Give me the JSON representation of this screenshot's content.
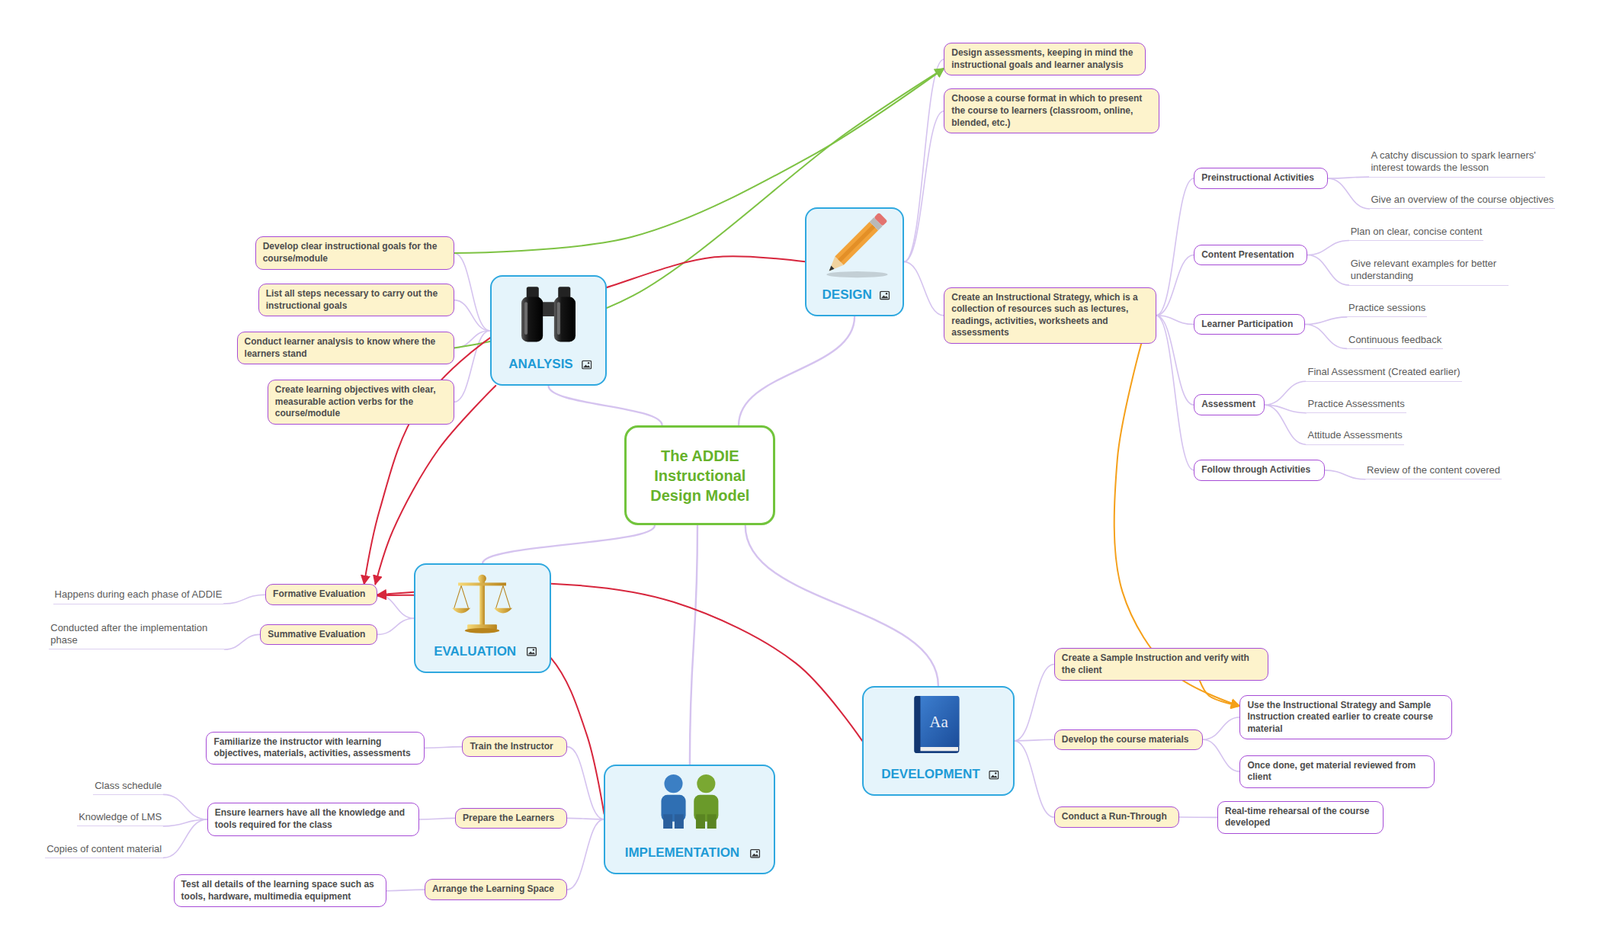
{
  "diagram": {
    "nodes": [
      {
        "text": [
          "The ADDIE Instructional Design Model"
        ]
      },
      {
        "text": [
          "DESIGN"
        ]
      },
      {
        "text": [
          "Design assessments, keeping in mind the instructional goals and learner analysis"
        ]
      },
      {
        "text": [
          "Choose a course format in which to present the course to learners (classroom, online, blended, etc.)"
        ]
      },
      {
        "text": [
          "Create an Instructional Strategy, which is a collection of resources such as lectures, readings, activities, worksheets and assessments"
        ]
      },
      {
        "text": [
          "Preinstructional Activities"
        ]
      },
      {
        "text": [
          "A catchy discussion to spark learners' interest towards the lesson"
        ]
      },
      {
        "text": [
          "Give an overview of the course objectives"
        ]
      },
      {
        "text": [
          "Content Presentation"
        ]
      },
      {
        "text": [
          "Plan on clear, concise content"
        ]
      },
      {
        "text": [
          "Give relevant examples for better understanding"
        ]
      },
      {
        "text": [
          "Learner Participation"
        ]
      },
      {
        "text": [
          "Practice sessions"
        ]
      },
      {
        "text": [
          "Continuous feedback"
        ]
      },
      {
        "text": [
          "Assessment"
        ]
      },
      {
        "text": [
          "Final Assessment (Created earlier)"
        ]
      },
      {
        "text": [
          "Practice Assessments"
        ]
      },
      {
        "text": [
          "Attitude Assessments"
        ]
      },
      {
        "text": [
          "Follow through Activities"
        ]
      },
      {
        "text": [
          "Review of the content covered"
        ]
      },
      {
        "text": [
          "ANALYSIS"
        ]
      },
      {
        "text": [
          "Develop clear instructional goals for the course/module"
        ]
      },
      {
        "text": [
          "List all steps necessary to carry out the instructional goals"
        ]
      },
      {
        "text": [
          "Conduct learner analysis to know where the learners stand"
        ]
      },
      {
        "text": [
          "Create learning objectives with clear, measurable action verbs for the course/module"
        ]
      },
      {
        "text": [
          "EVALUATION"
        ]
      },
      {
        "text": [
          "Formative Evaluation"
        ]
      },
      {
        "text": [
          "Happens during each phase of ADDIE"
        ]
      },
      {
        "text": [
          "Summative Evaluation"
        ]
      },
      {
        "text": [
          "Conducted after the implementation phase"
        ]
      },
      {
        "text": [
          "IMPLEMENTATION"
        ]
      },
      {
        "text": [
          "Train the Instructor"
        ]
      },
      {
        "text": [
          "Familiarize the instructor with learning objectives, materials, activities, assessments"
        ]
      },
      {
        "text": [
          "Prepare the Learners"
        ]
      },
      {
        "text": [
          "Ensure learners have all the knowledge and tools required for the class"
        ]
      },
      {
        "text": [
          "Class schedule"
        ]
      },
      {
        "text": [
          "Knowledge of LMS"
        ]
      },
      {
        "text": [
          "Copies of content material"
        ]
      },
      {
        "text": [
          "Arrange the Learning Space"
        ]
      },
      {
        "text": [
          "Test all details of the learning space such as tools, hardware, multimedia equipment"
        ]
      },
      {
        "text": [
          "DEVELOPMENT"
        ]
      },
      {
        "text": [
          "Create a Sample Instruction and verify with the client"
        ]
      },
      {
        "text": [
          "Develop the course materials"
        ]
      },
      {
        "text": [
          "Use the Instructional Strategy and Sample Instruction created earlier to create course material"
        ]
      },
      {
        "text": [
          "Once done, get material reviewed from client"
        ]
      },
      {
        "text": [
          "Conduct a Run-Through"
        ]
      },
      {
        "text": [
          "Real-time rehearsal of the course developed"
        ]
      }
    ],
    "edges": [
      {
        "from": 0,
        "to": 1,
        "arrow": "none"
      },
      {
        "from": 0,
        "to": 20,
        "arrow": "none"
      },
      {
        "from": 0,
        "to": 25,
        "arrow": "none"
      },
      {
        "from": 0,
        "to": 30,
        "arrow": "none"
      },
      {
        "from": 0,
        "to": 40,
        "arrow": "none"
      },
      {
        "from": 1,
        "to": 2,
        "arrow": "none"
      },
      {
        "from": 1,
        "to": 3,
        "arrow": "none"
      },
      {
        "from": 1,
        "to": 4,
        "arrow": "none"
      },
      {
        "from": 4,
        "to": 5,
        "arrow": "none"
      },
      {
        "from": 4,
        "to": 8,
        "arrow": "none"
      },
      {
        "from": 4,
        "to": 11,
        "arrow": "none"
      },
      {
        "from": 4,
        "to": 14,
        "arrow": "none"
      },
      {
        "from": 4,
        "to": 18,
        "arrow": "none"
      },
      {
        "from": 5,
        "to": 6,
        "arrow": "none"
      },
      {
        "from": 5,
        "to": 7,
        "arrow": "none"
      },
      {
        "from": 8,
        "to": 9,
        "arrow": "none"
      },
      {
        "from": 8,
        "to": 10,
        "arrow": "none"
      },
      {
        "from": 11,
        "to": 12,
        "arrow": "none"
      },
      {
        "from": 11,
        "to": 13,
        "arrow": "none"
      },
      {
        "from": 14,
        "to": 15,
        "arrow": "none"
      },
      {
        "from": 14,
        "to": 16,
        "arrow": "none"
      },
      {
        "from": 14,
        "to": 17,
        "arrow": "none"
      },
      {
        "from": 18,
        "to": 19,
        "arrow": "none"
      },
      {
        "from": 20,
        "to": 21,
        "arrow": "none"
      },
      {
        "from": 20,
        "to": 22,
        "arrow": "none"
      },
      {
        "from": 20,
        "to": 23,
        "arrow": "none"
      },
      {
        "from": 20,
        "to": 24,
        "arrow": "none"
      },
      {
        "from": 25,
        "to": 26,
        "arrow": "none"
      },
      {
        "from": 25,
        "to": 28,
        "arrow": "none"
      },
      {
        "from": 26,
        "to": 27,
        "arrow": "none"
      },
      {
        "from": 28,
        "to": 29,
        "arrow": "none"
      },
      {
        "from": 30,
        "to": 31,
        "arrow": "none"
      },
      {
        "from": 30,
        "to": 33,
        "arrow": "none"
      },
      {
        "from": 30,
        "to": 38,
        "arrow": "none"
      },
      {
        "from": 31,
        "to": 32,
        "arrow": "none"
      },
      {
        "from": 33,
        "to": 34,
        "arrow": "none"
      },
      {
        "from": 34,
        "to": 35,
        "arrow": "none"
      },
      {
        "from": 34,
        "to": 36,
        "arrow": "none"
      },
      {
        "from": 34,
        "to": 37,
        "arrow": "none"
      },
      {
        "from": 38,
        "to": 39,
        "arrow": "none"
      },
      {
        "from": 40,
        "to": 41,
        "arrow": "none"
      },
      {
        "from": 40,
        "to": 42,
        "arrow": "none"
      },
      {
        "from": 40,
        "to": 45,
        "arrow": "none"
      },
      {
        "from": 42,
        "to": 43,
        "arrow": "none"
      },
      {
        "from": 42,
        "to": 44,
        "arrow": "none"
      },
      {
        "from": 45,
        "to": 46,
        "arrow": "none"
      },
      {
        "from": 21,
        "to": 2,
        "arrow": "to"
      },
      {
        "from": 23,
        "to": 2,
        "arrow": "to"
      },
      {
        "from": 1,
        "to": 26,
        "arrow": "to"
      },
      {
        "from": 20,
        "to": 26,
        "arrow": "to"
      },
      {
        "from": 40,
        "to": 26,
        "arrow": "to"
      },
      {
        "from": 30,
        "to": 26,
        "arrow": "to"
      },
      {
        "from": 4,
        "to": 43,
        "arrow": "to"
      },
      {
        "from": 41,
        "to": 43,
        "arrow": "to"
      }
    ],
    "labels": [
      "Aa"
    ]
  }
}
